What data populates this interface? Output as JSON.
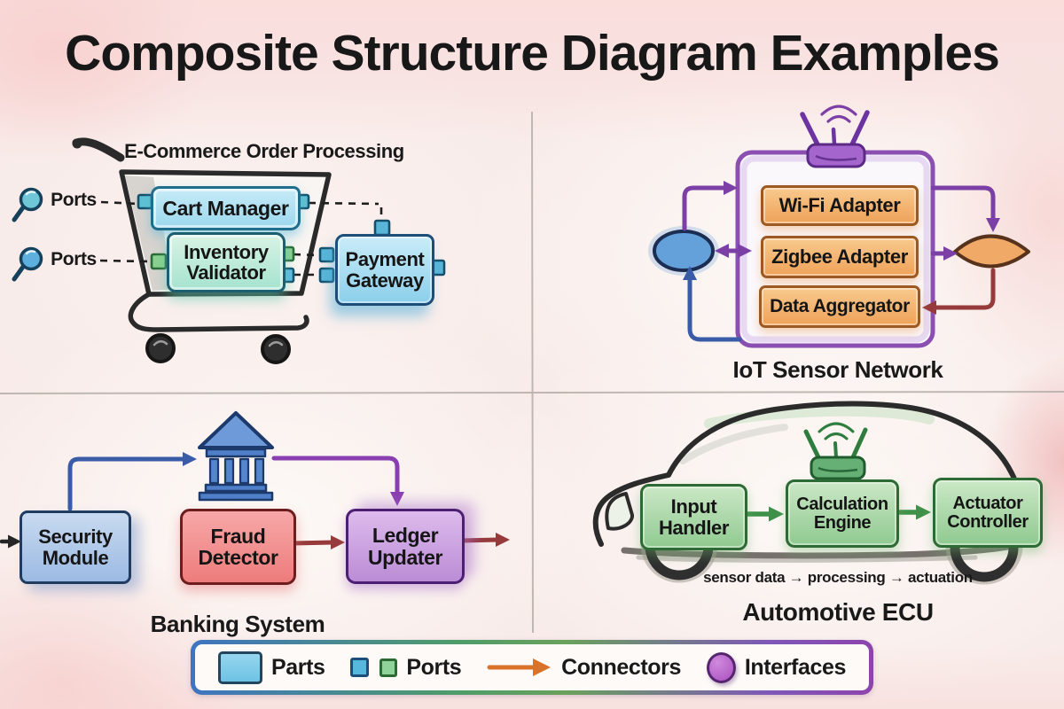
{
  "title": "Composite Structure Diagram Examples",
  "ecommerce": {
    "title": "E-Commerce Order Processing",
    "ports_label": "Ports",
    "parts": {
      "cart_manager": "Cart Manager",
      "inventory_validator": "Inventory Validator",
      "payment_gateway": "Payment Gateway"
    }
  },
  "iot": {
    "caption": "IoT Sensor Network",
    "parts": {
      "wifi_adapter": "Wi-Fi Adapter",
      "zigbee_adapter": "Zigbee Adapter",
      "data_aggregator": "Data Aggregator"
    }
  },
  "banking": {
    "caption": "Banking System",
    "parts": {
      "security_module": "Security Module",
      "fraud_detector": "Fraud Detector",
      "ledger_updater": "Ledger Updater"
    }
  },
  "automotive": {
    "caption": "Automotive ECU",
    "flow_note": "sensor data → processing → actuation",
    "parts": {
      "input_handler": "Input Handler",
      "calculation_engine": "Calculation Engine",
      "actuator_controller": "Actuator Controller"
    }
  },
  "legend": {
    "parts_label": "Parts",
    "ports_label": "Ports",
    "connectors_label": "Connectors",
    "interfaces_label": "Interfaces"
  },
  "icons": {
    "magnifier": "magnifier-icon",
    "shopping_cart": "shopping-cart-icon",
    "wifi_router": "router-icon",
    "bank": "bank-icon",
    "car": "car-icon"
  },
  "colors": {
    "background_pink": "#f8ebe9",
    "part_blue": "#a9ddf1",
    "part_teal": "#b7e9d6",
    "part_orange": "#f2a963",
    "part_green": "#a5d3a6",
    "part_red": "#f29191",
    "part_purple": "#c9a0dd",
    "container_purple": "#8a4fb0",
    "arrow_purple": "#7b3fa5",
    "arrow_blue": "#3a5ca8",
    "arrow_red": "#963a3c",
    "arrow_green": "#3f9149",
    "arrow_orange": "#d9732a",
    "port_blue": "#5ab6d8",
    "port_green": "#8ad08f",
    "port_teal": "#5ec1d2"
  }
}
